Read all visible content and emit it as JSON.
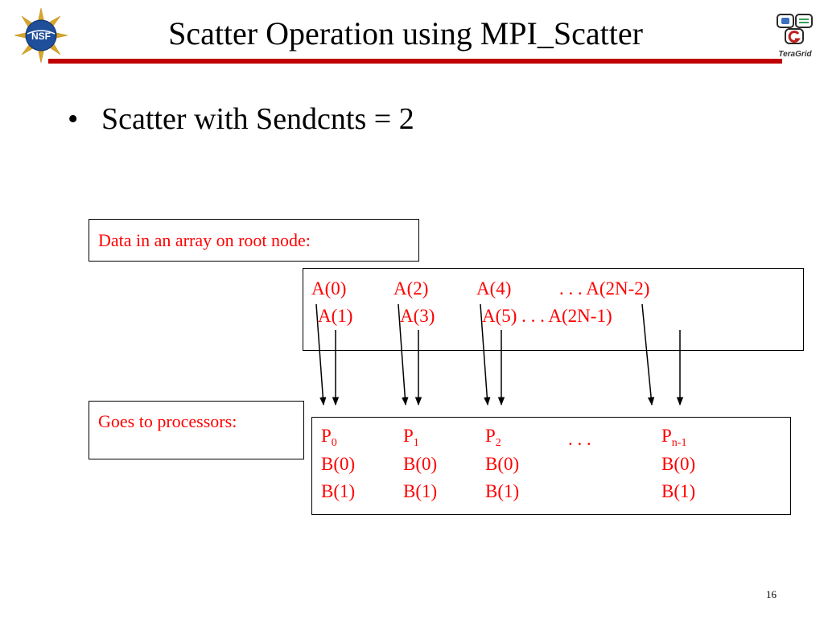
{
  "slide": {
    "title": "Scatter Operation using MPI_Scatter",
    "bullet_symbol": "•",
    "bullet": "Scatter with Sendcnts = 2",
    "slide_number": "16",
    "accent_color": "#c00000",
    "diagram_text_color": "#ff0000",
    "logos": [
      "nsf-logo",
      "teragrid-logo"
    ],
    "teragrid_wordmark": "TeraGrid",
    "nsf_wordmark": "NSF"
  },
  "diagram": {
    "root_label": "Data in an array on root node:",
    "array_row1": [
      "A(0)",
      "A(2)",
      "A(4)",
      ". . .  A(2N-2)"
    ],
    "array_row2": [
      "A(1)",
      "A(3)",
      "A(5) . . .  A(2N-1)"
    ],
    "proc_label": "Goes to processors:",
    "processors": [
      {
        "name": "P",
        "sub": "0",
        "b0": "B(0)",
        "b1": "B(1)"
      },
      {
        "name": "P",
        "sub": "1",
        "b0": "B(0)",
        "b1": "B(1)"
      },
      {
        "name": "P",
        "sub": "2",
        "b0": "B(0)",
        "b1": "B(1)"
      },
      {
        "name": "P",
        "sub": "n-1",
        "b0": "B(0)",
        "b1": "B(1)"
      }
    ],
    "proc_ellipsis": ". . ."
  }
}
